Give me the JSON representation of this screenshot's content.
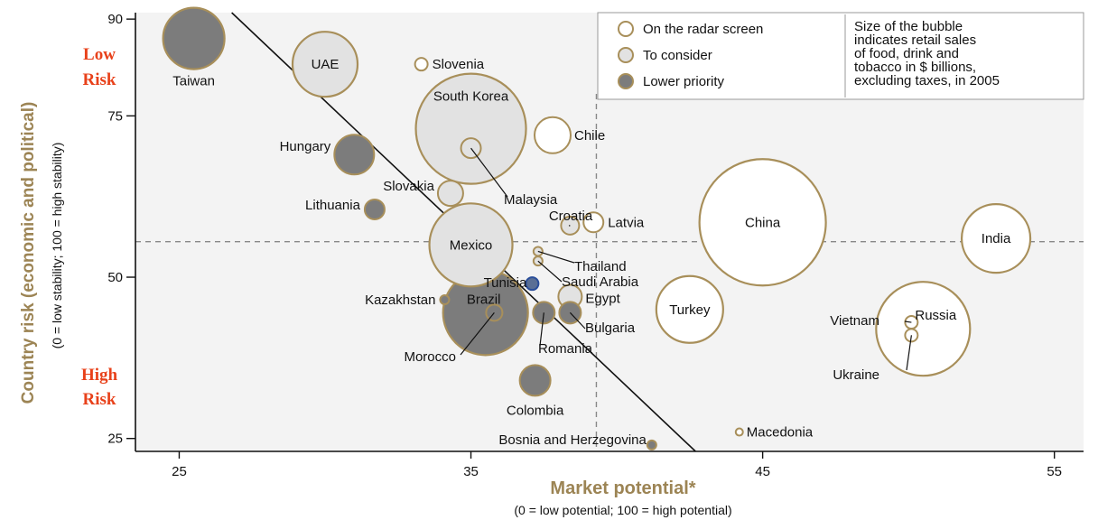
{
  "chart_data": {
    "type": "scatter",
    "bubble_size_note": "Size of the bubble indicates retail sales of food, drink and tobacco in $ billions, excluding taxes, in 2005",
    "note_lines": [
      "Size of the bubble",
      "indicates retail sales",
      "of food, drink and",
      "tobacco in $ billions,",
      "excluding taxes, in 2005"
    ],
    "xlabel": "Market potential*",
    "xlabel_sub": "(0 = low potential; 100 = high potential)",
    "ylabel": "Country risk (economic and political)",
    "ylabel_sub": "(0 = low stability; 100 = high stability)",
    "xlim": [
      23.5,
      56
    ],
    "ylim": [
      23,
      91
    ],
    "xticks": [
      25,
      35,
      45,
      55
    ],
    "yticks": [
      25,
      50,
      75,
      90
    ],
    "risk_labels": {
      "low": [
        "Low",
        "Risk"
      ],
      "high": [
        "High",
        "Risk"
      ]
    },
    "legend": [
      {
        "key": "radar",
        "label": "On the radar screen"
      },
      {
        "key": "consider",
        "label": "To consider"
      },
      {
        "key": "lower",
        "label": "Lower priority"
      }
    ],
    "reference_lines": {
      "vertical_x": 39.3,
      "horizontal_y": 55.5,
      "trend_line": [
        [
          26.8,
          91
        ],
        [
          42.7,
          23
        ]
      ]
    },
    "colors": {
      "radar": "#ffffff",
      "consider": "#e2e2e2",
      "lower": "#7c7c7c",
      "outline": "#a88f5a",
      "tunisia_fill": "#5a6f95",
      "tunisia_outline": "#2a4e9a",
      "accent": "#e8411a"
    },
    "points": [
      {
        "name": "Taiwan",
        "x": 25.5,
        "y": 87,
        "size": 34,
        "category": "lower"
      },
      {
        "name": "UAE",
        "x": 30,
        "y": 83,
        "size": 36,
        "category": "consider"
      },
      {
        "name": "Slovenia",
        "x": 33.3,
        "y": 83,
        "size": 7,
        "category": "radar"
      },
      {
        "name": "South Korea",
        "x": 35,
        "y": 73,
        "size": 61,
        "category": "consider"
      },
      {
        "name": "Malaysia",
        "x": 35,
        "y": 70,
        "size": 11,
        "category": "consider"
      },
      {
        "name": "Chile",
        "x": 37.8,
        "y": 72,
        "size": 20,
        "category": "radar"
      },
      {
        "name": "Hungary",
        "x": 31,
        "y": 69,
        "size": 22,
        "category": "lower"
      },
      {
        "name": "Slovakia",
        "x": 34.3,
        "y": 63,
        "size": 14,
        "category": "consider"
      },
      {
        "name": "Lithuania",
        "x": 31.7,
        "y": 60.5,
        "size": 11,
        "category": "lower"
      },
      {
        "name": "Croatia",
        "x": 38.4,
        "y": 58,
        "size": 10,
        "category": "consider"
      },
      {
        "name": "Latvia",
        "x": 39.2,
        "y": 58.5,
        "size": 11,
        "category": "radar"
      },
      {
        "name": "China",
        "x": 45,
        "y": 58.5,
        "size": 70,
        "category": "radar"
      },
      {
        "name": "India",
        "x": 53,
        "y": 56,
        "size": 38,
        "category": "radar"
      },
      {
        "name": "Mexico",
        "x": 35,
        "y": 55,
        "size": 46,
        "category": "consider"
      },
      {
        "name": "Thailand",
        "x": 37.3,
        "y": 54,
        "size": 5,
        "category": "consider"
      },
      {
        "name": "Saudi Arabia",
        "x": 37.3,
        "y": 52.5,
        "size": 5,
        "category": "consider"
      },
      {
        "name": "Tunisia",
        "x": 37.1,
        "y": 49,
        "size": 7,
        "category": "lower"
      },
      {
        "name": "Egypt",
        "x": 38.4,
        "y": 47,
        "size": 13,
        "category": "consider"
      },
      {
        "name": "Kazakhstan",
        "x": 34.1,
        "y": 46.5,
        "size": 5,
        "category": "lower"
      },
      {
        "name": "Brazil",
        "x": 35.5,
        "y": 44.5,
        "size": 47,
        "category": "lower"
      },
      {
        "name": "Bulgaria",
        "x": 38.4,
        "y": 44.5,
        "size": 12,
        "category": "lower"
      },
      {
        "name": "Romania",
        "x": 37.5,
        "y": 44.5,
        "size": 12,
        "category": "lower"
      },
      {
        "name": "Morocco",
        "x": 35.8,
        "y": 44.5,
        "size": 9,
        "category": "lower"
      },
      {
        "name": "Turkey",
        "x": 42.5,
        "y": 45,
        "size": 37,
        "category": "radar"
      },
      {
        "name": "Russia",
        "x": 50.5,
        "y": 42,
        "size": 52,
        "category": "radar"
      },
      {
        "name": "Vietnam",
        "x": 50.1,
        "y": 43,
        "size": 7,
        "category": "radar"
      },
      {
        "name": "Ukraine",
        "x": 50.1,
        "y": 41,
        "size": 7,
        "category": "radar"
      },
      {
        "name": "Colombia",
        "x": 37.2,
        "y": 34,
        "size": 17,
        "category": "lower"
      },
      {
        "name": "Macedonia",
        "x": 44.2,
        "y": 26,
        "size": 4,
        "category": "radar"
      },
      {
        "name": "Bosnia and Herzegovina",
        "x": 41.2,
        "y": 24,
        "size": 5,
        "category": "lower"
      }
    ]
  }
}
